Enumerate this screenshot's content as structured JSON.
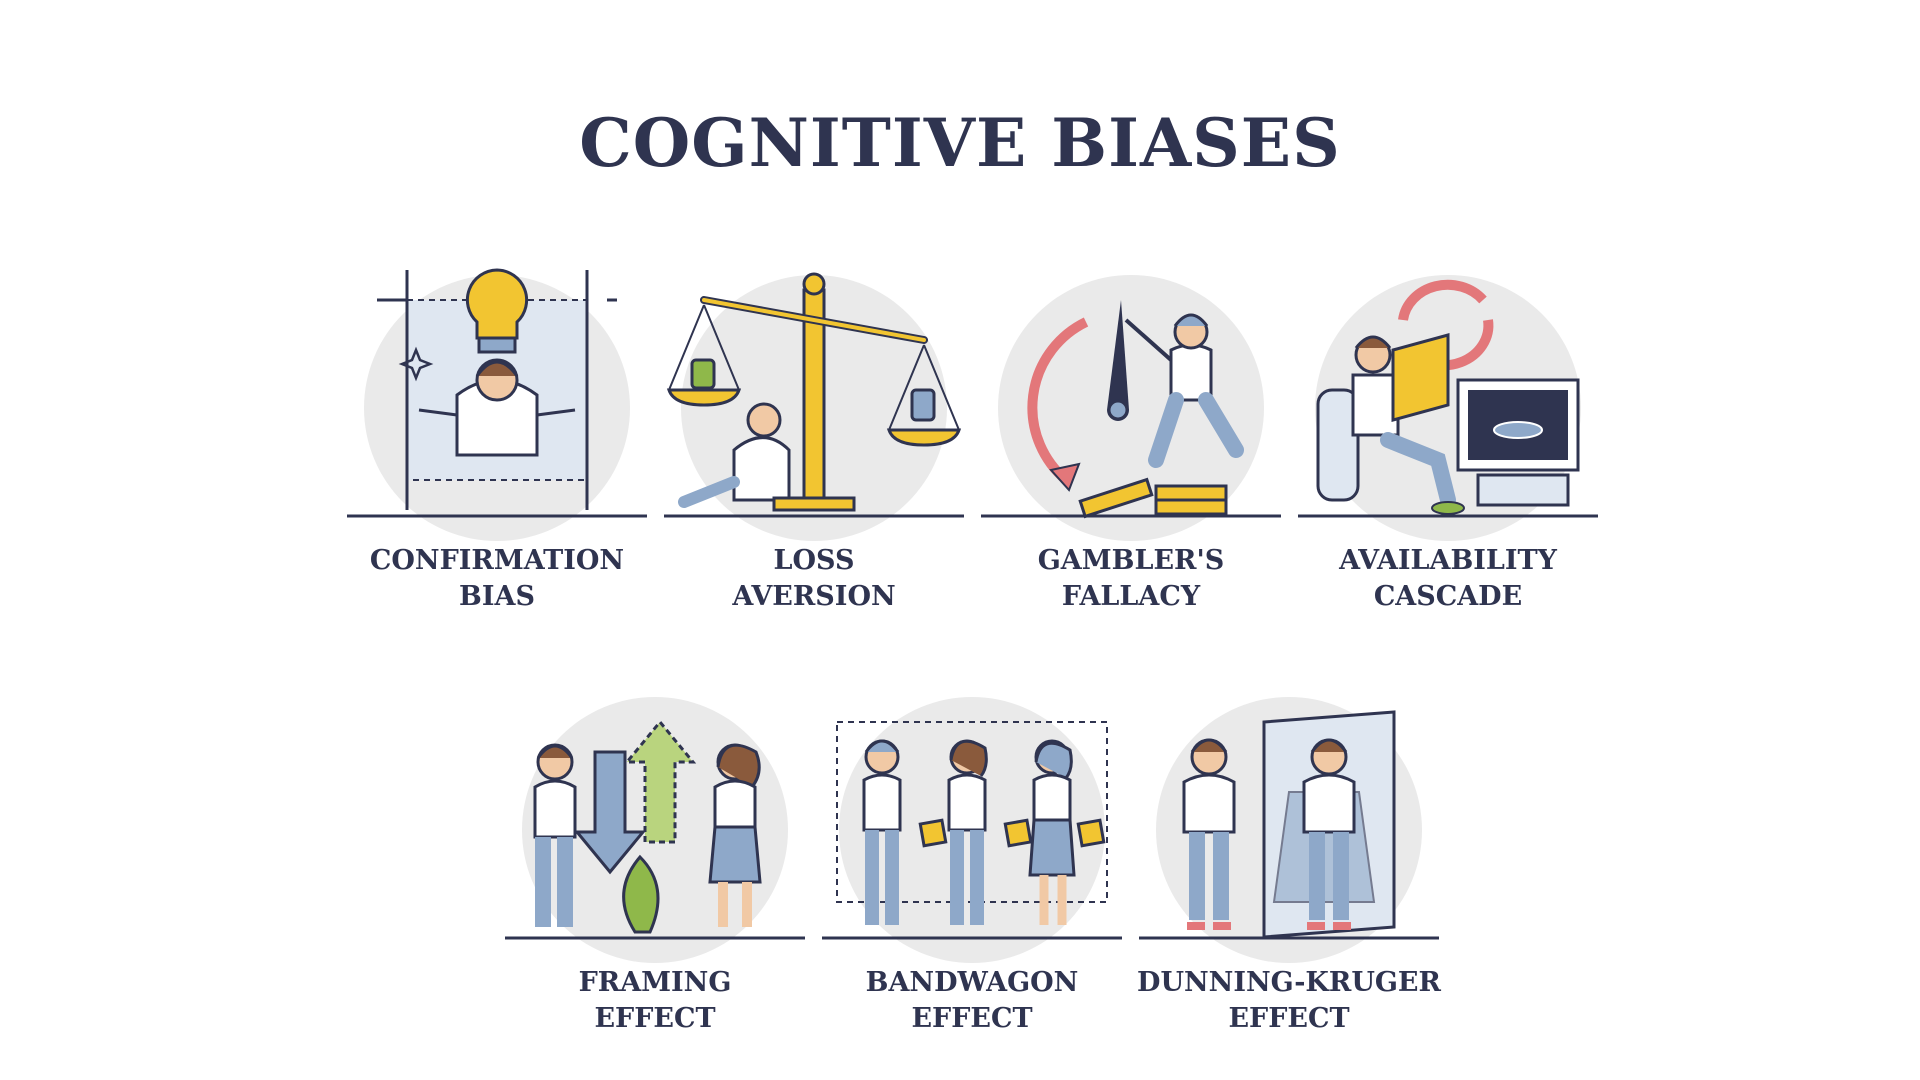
{
  "title": "COGNITIVE BIASES",
  "items": [
    {
      "line1": "CONFIRMATION",
      "line2": "BIAS"
    },
    {
      "line1": "LOSS",
      "line2": "AVERSION"
    },
    {
      "line1": "GAMBLER'S",
      "line2": "FALLACY"
    },
    {
      "line1": "AVAILABILITY",
      "line2": "CASCADE"
    },
    {
      "line1": "FRAMING",
      "line2": "EFFECT"
    },
    {
      "line1": "BANDWAGON",
      "line2": "EFFECT"
    },
    {
      "line1": "DUNNING-KRUGER",
      "line2": "EFFECT"
    }
  ],
  "icons": [
    "lightbulb-mirror-icon",
    "balance-scale-icon",
    "clock-hand-coins-icon",
    "news-tv-ufo-icon",
    "arrows-up-down-icon",
    "group-following-icon",
    "mirror-superhero-icon"
  ],
  "colors": {
    "outline": "#2f3450",
    "circle": "#eaeaea",
    "yellow": "#f2c531",
    "green": "#8fb84a",
    "red": "#e3777a",
    "blue": "#8ea8c9",
    "skin": "#f1c9a5",
    "hair": "#8a5a3c",
    "shirt": "#ffffff"
  }
}
